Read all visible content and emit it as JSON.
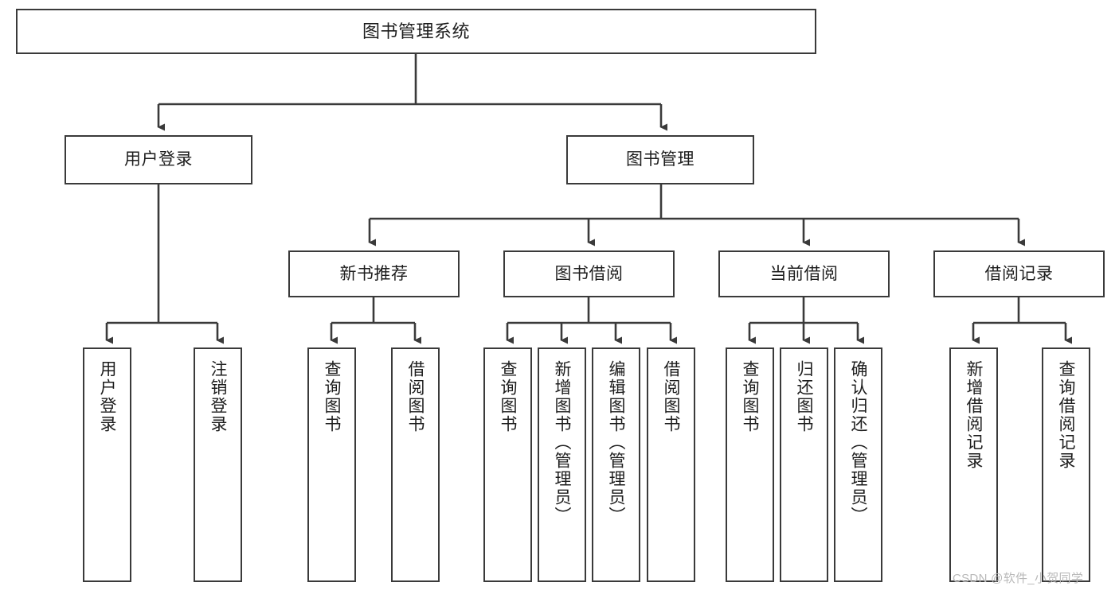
{
  "diagram": {
    "type": "tree-hierarchy",
    "title": "图书管理系统",
    "orientation": "top-down",
    "line_color": "#3a3a3a",
    "box_fill": "#ffffff",
    "text_color": "#1d1d1d",
    "nodes": {
      "root": {
        "label": "图书管理系统"
      },
      "level1": [
        {
          "label": "用户登录"
        },
        {
          "label": "图书管理"
        }
      ],
      "level2": [
        {
          "label": "新书推荐"
        },
        {
          "label": "图书借阅"
        },
        {
          "label": "当前借阅"
        },
        {
          "label": "借阅记录"
        }
      ],
      "leaves": {
        "user_login": [
          {
            "label": "用户登录"
          },
          {
            "label": "注销登录"
          }
        ],
        "new_book_recommend": [
          {
            "label": "查询图书"
          },
          {
            "label": "借阅图书"
          }
        ],
        "book_borrow": [
          {
            "label": "查询图书"
          },
          {
            "label": "新增图书（管理员）"
          },
          {
            "label": "编辑图书（管理员）"
          },
          {
            "label": "借阅图书"
          }
        ],
        "current_borrow": [
          {
            "label": "查询图书"
          },
          {
            "label": "归还图书"
          },
          {
            "label": "确认归还（管理员）"
          }
        ],
        "borrow_record": [
          {
            "label": "新增借阅记录"
          },
          {
            "label": "查询借阅记录"
          }
        ]
      }
    }
  },
  "watermark": {
    "text": "CSDN @软件_小贺同学",
    "color": "#b9b9b9"
  }
}
